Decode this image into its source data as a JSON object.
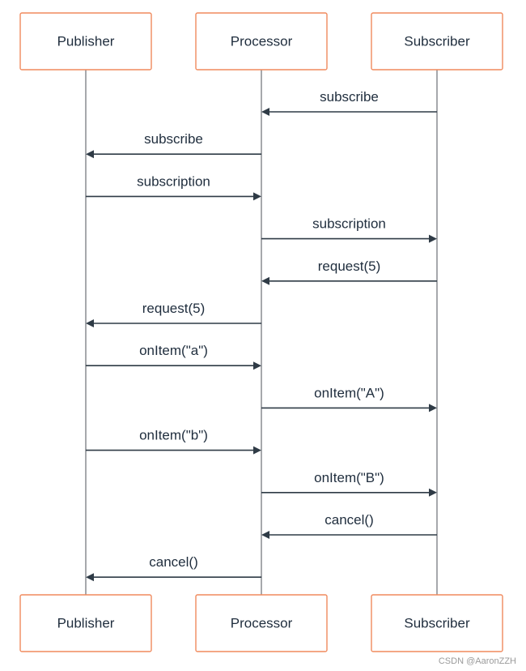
{
  "participants": [
    "Publisher",
    "Processor",
    "Subscriber"
  ],
  "messages": [
    {
      "from": 2,
      "to": 1,
      "label": "subscribe"
    },
    {
      "from": 1,
      "to": 0,
      "label": "subscribe"
    },
    {
      "from": 0,
      "to": 1,
      "label": "subscription"
    },
    {
      "from": 1,
      "to": 2,
      "label": "subscription"
    },
    {
      "from": 2,
      "to": 1,
      "label": "request(5)"
    },
    {
      "from": 1,
      "to": 0,
      "label": "request(5)"
    },
    {
      "from": 0,
      "to": 1,
      "label": "onItem(\"a\")"
    },
    {
      "from": 1,
      "to": 2,
      "label": "onItem(\"A\")"
    },
    {
      "from": 0,
      "to": 1,
      "label": "onItem(\"b\")"
    },
    {
      "from": 1,
      "to": 2,
      "label": "onItem(\"B\")"
    },
    {
      "from": 2,
      "to": 1,
      "label": "cancel()"
    },
    {
      "from": 1,
      "to": 0,
      "label": "cancel()"
    }
  ],
  "colors": {
    "box_border": "#f08a5d",
    "lifeline": "#8f9398",
    "arrow": "#2f3b46",
    "text": "#1f2d3d"
  },
  "watermark": "CSDN @AaronZZH"
}
